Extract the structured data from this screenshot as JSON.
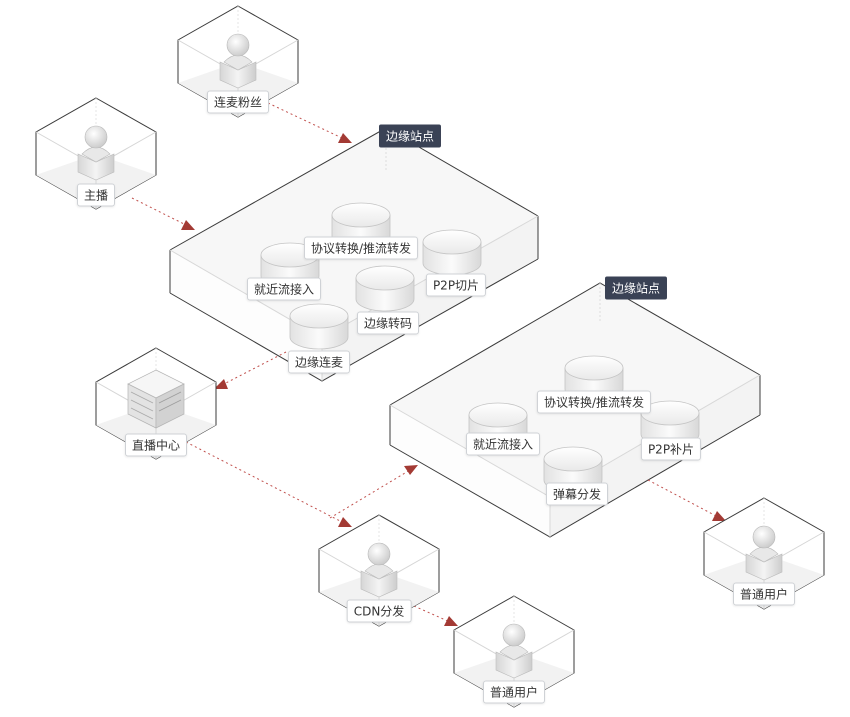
{
  "nodes": {
    "lianmai_fans": "连麦粉丝",
    "anchor": "主播",
    "live_center": "直播中心",
    "cdn": "CDN分发",
    "user_bottom": "普通用户",
    "user_right": "普通用户"
  },
  "edge_site_1": {
    "tag": "边缘站点",
    "services": {
      "protocol": "协议转换/推流转发",
      "nearby": "就近流接入",
      "p2p": "P2P切片",
      "transcode": "边缘转码",
      "lianmai": "边缘连麦"
    }
  },
  "edge_site_2": {
    "tag": "边缘站点",
    "services": {
      "protocol": "协议转换/推流转发",
      "nearby": "就近流接入",
      "p2p": "P2P补片",
      "danmaku": "弹幕分发"
    }
  },
  "colors": {
    "arrow": "#a33a34",
    "box_stroke": "#3b3b3b",
    "tag_bg": "#3a4255"
  }
}
